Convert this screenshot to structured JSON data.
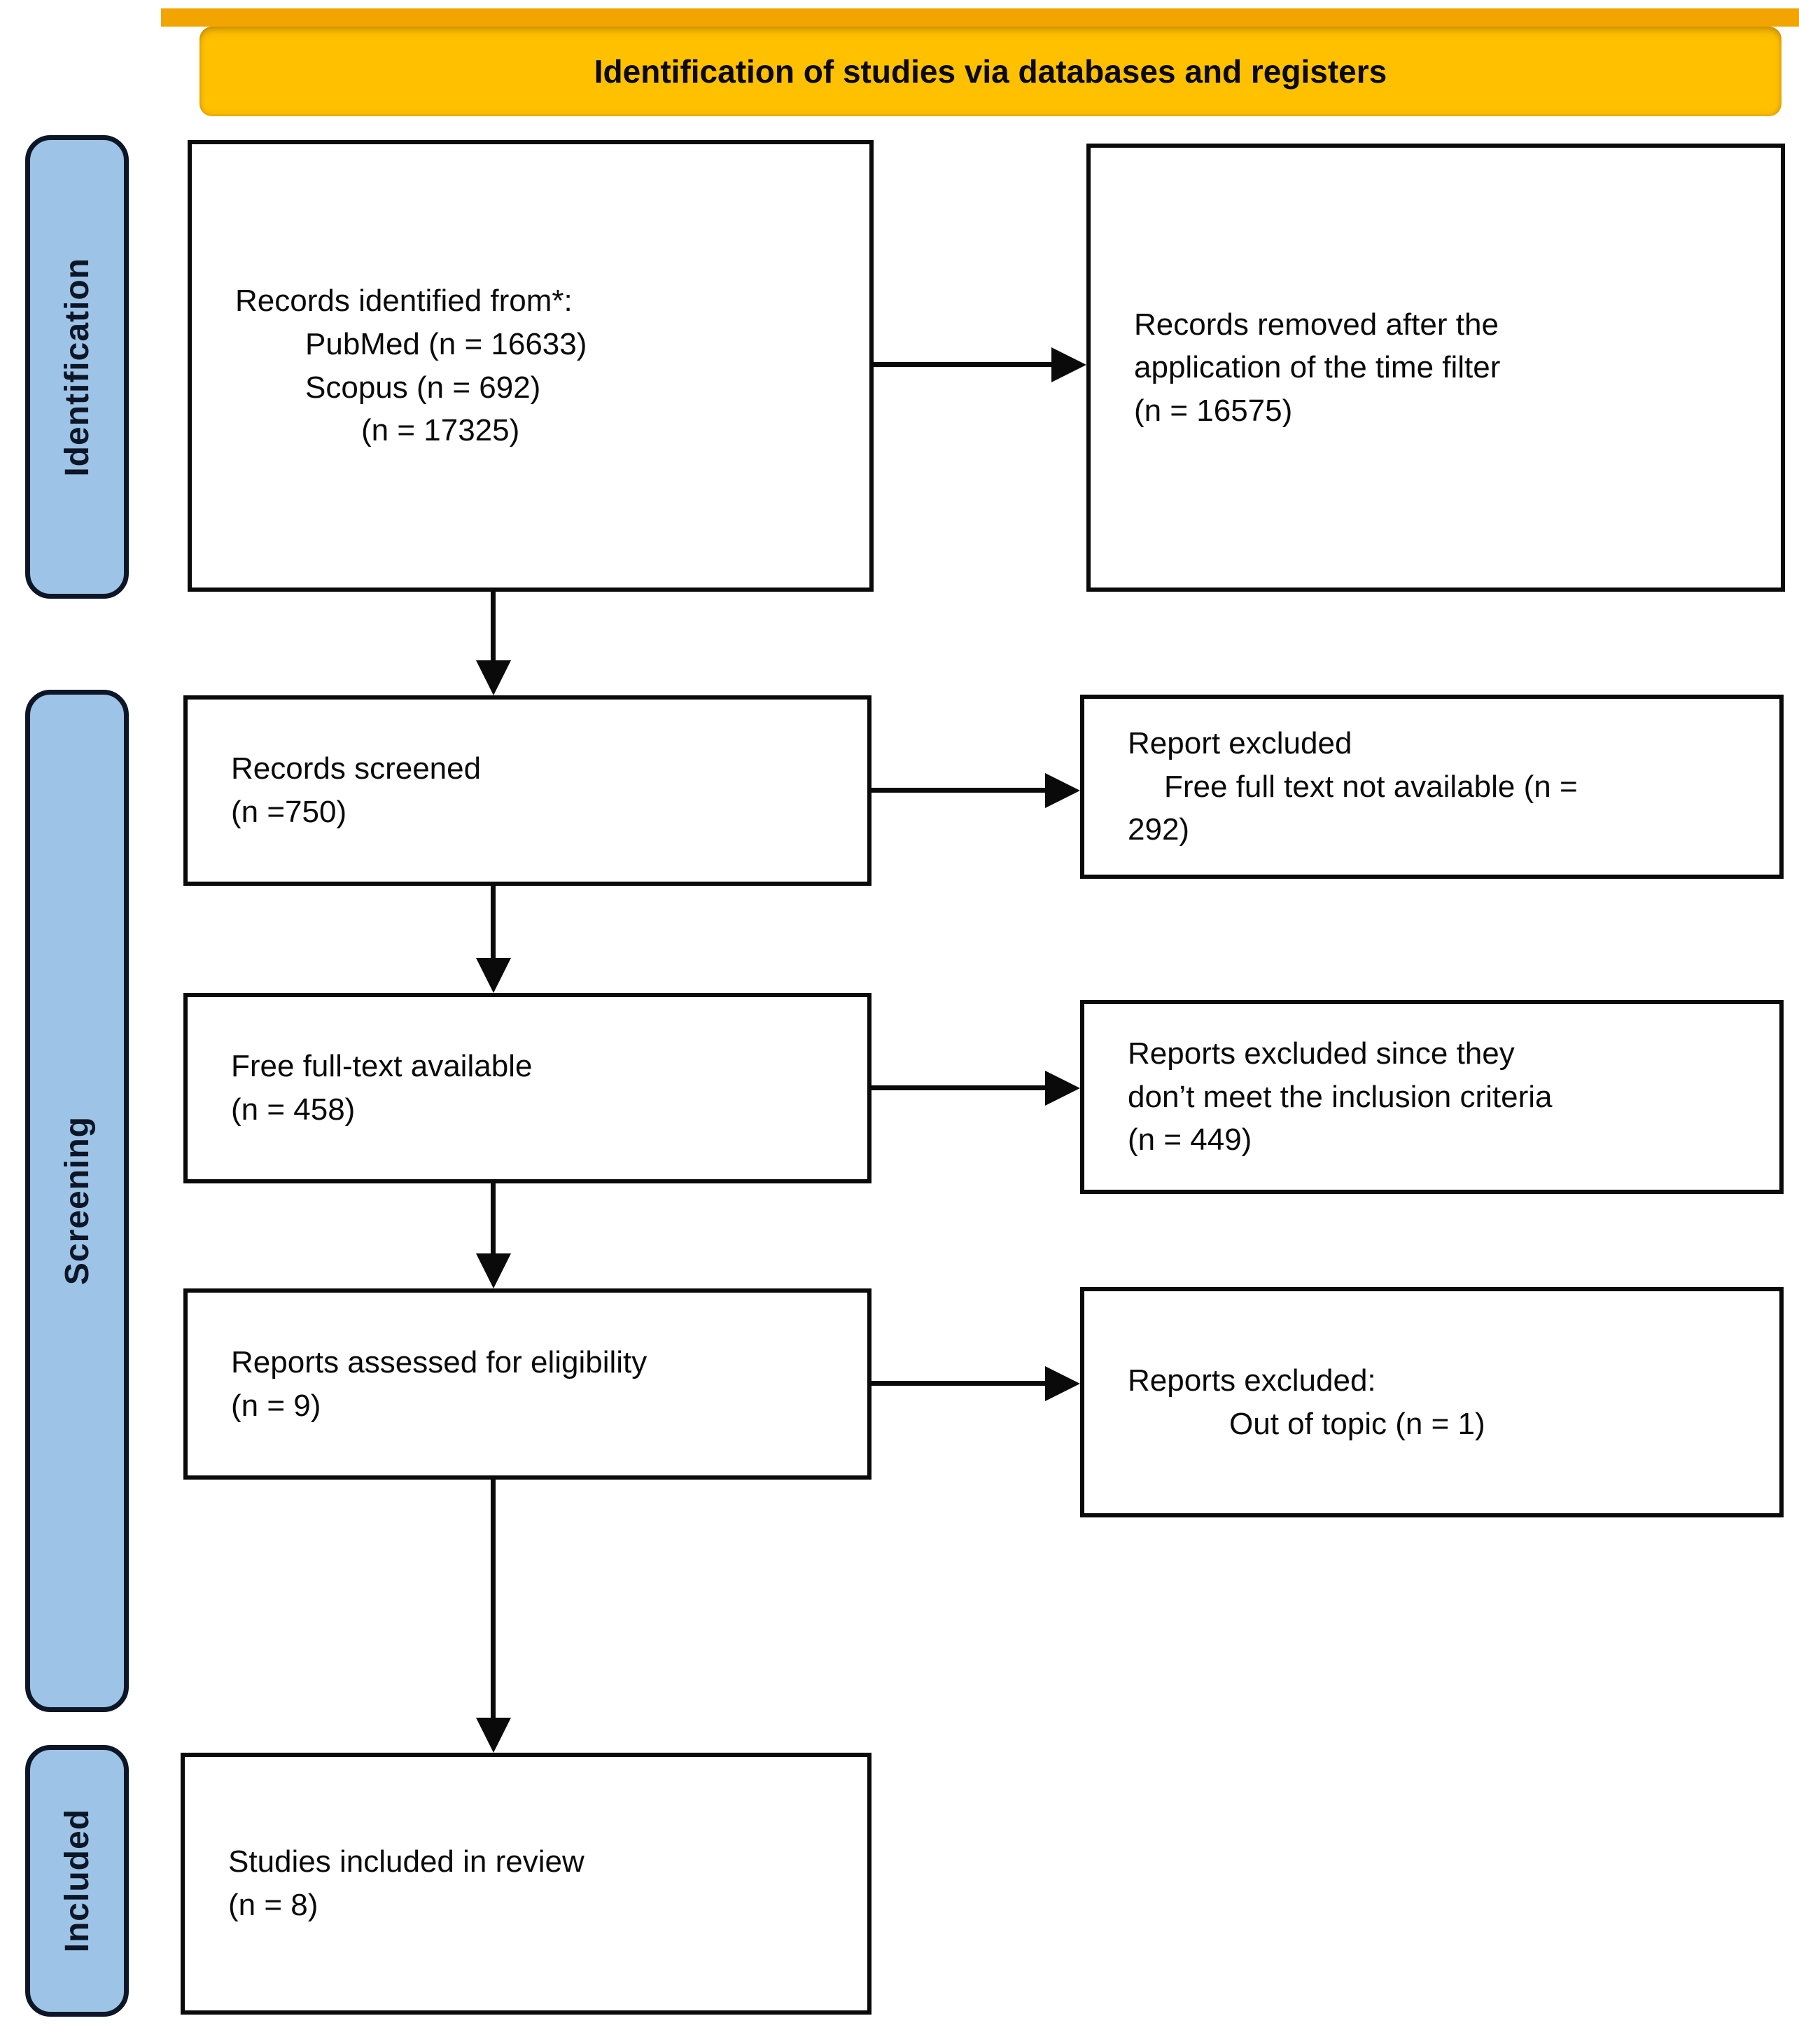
{
  "title": "Identification of studies via databases and registers",
  "stages": {
    "identification": "Identification",
    "screening": "Screening",
    "included": "Included"
  },
  "boxes": {
    "records_identified": {
      "lines": [
        "Records identified from*:",
        "PubMed (n = 16633)",
        "Scopus (n = 692)",
        "(n = 17325)"
      ]
    },
    "records_removed": {
      "lines": [
        "Records removed after the",
        "application of the time filter",
        "(n = 16575)"
      ]
    },
    "records_screened": {
      "lines": [
        "Records screened",
        "(n =750)"
      ]
    },
    "report_excluded_free_text": {
      "lines": [
        "Report excluded",
        "Free full text not available (n =",
        "292)"
      ]
    },
    "free_full_text_available": {
      "lines": [
        "Free full-text available",
        "(n = 458)"
      ]
    },
    "reports_excluded_criteria": {
      "lines": [
        "Reports excluded since they",
        "don’t meet the inclusion criteria",
        "(n = 449)"
      ]
    },
    "reports_assessed": {
      "lines": [
        "Reports assessed for eligibility",
        "(n = 9)"
      ]
    },
    "reports_excluded_topic": {
      "lines": [
        "Reports excluded:",
        "Out of topic (n = 1)"
      ]
    },
    "studies_included": {
      "lines": [
        "Studies included in review",
        "(n = 8)"
      ]
    }
  },
  "colors": {
    "header_bg": "#FFC000",
    "header_band": "#F2A500",
    "stage_bg": "#9DC3E6",
    "stage_border": "#0D1626",
    "box_border": "#0A0A0A",
    "arrow": "#0A0A0A",
    "text": "#0A0A0A",
    "background": "#FFFFFF"
  }
}
